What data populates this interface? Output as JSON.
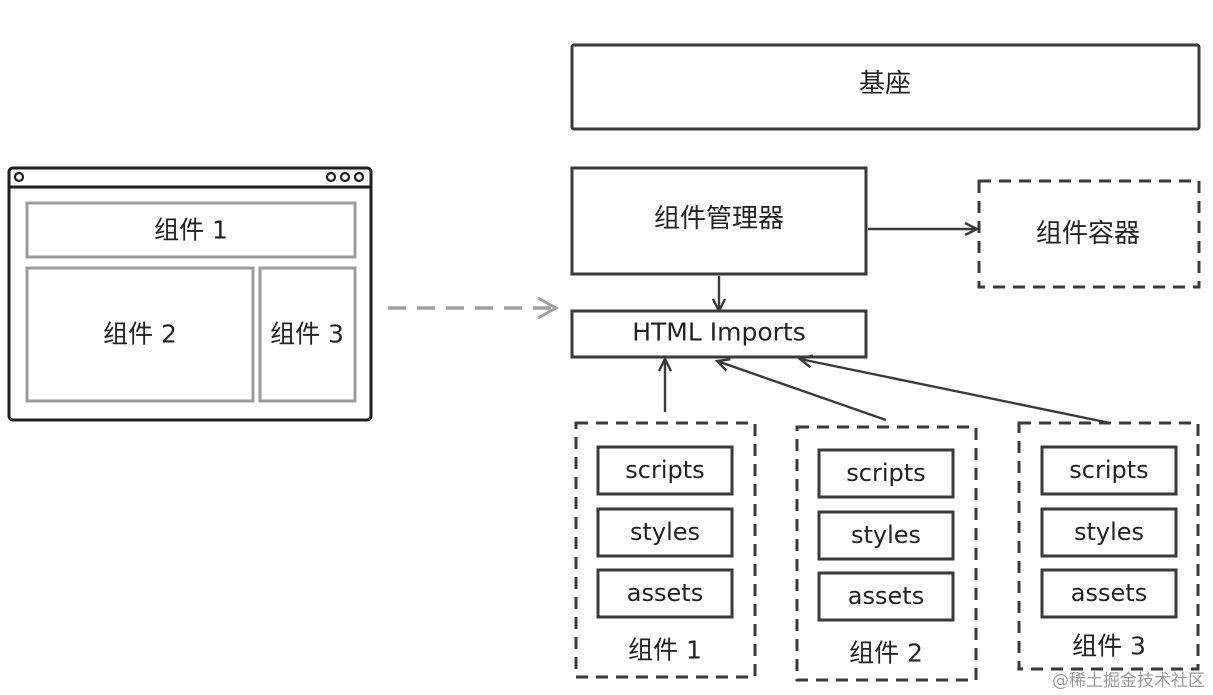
{
  "browser_mock": {
    "component_1": "组件 1",
    "component_2": "组件 2",
    "component_3": "组件 3"
  },
  "architecture": {
    "base": "基座",
    "component_manager": "组件管理器",
    "component_container": "组件容器",
    "html_imports": "HTML Imports"
  },
  "packages": [
    {
      "label": "组件 1",
      "items": [
        "scripts",
        "styles",
        "assets"
      ]
    },
    {
      "label": "组件 2",
      "items": [
        "scripts",
        "styles",
        "assets"
      ]
    },
    {
      "label": "组件 3",
      "items": [
        "scripts",
        "styles",
        "assets"
      ]
    }
  ],
  "watermark": "@稀土掘金技术社区",
  "colors": {
    "stroke_dark": "#3a3a3a",
    "stroke_light": "#9b9b9b",
    "dashed_arrow": "#a0a0a0",
    "text": "#222222"
  }
}
